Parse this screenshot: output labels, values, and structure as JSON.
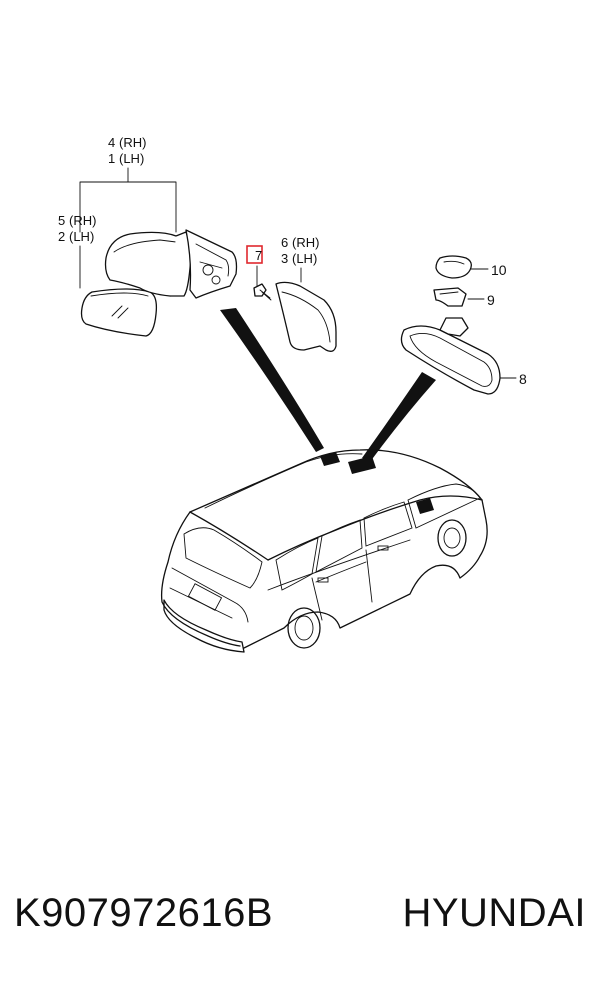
{
  "callouts": {
    "c4": "4",
    "c4_side": "(RH)",
    "c1": "1",
    "c1_side": "(LH)",
    "c5": "5",
    "c5_side": "(RH)",
    "c2": "2",
    "c2_side": "(LH)",
    "c6": "6",
    "c6_side": "(RH)",
    "c3": "3",
    "c3_side": "(LH)",
    "c7": "7",
    "c8": "8",
    "c9": "9",
    "c10": "10"
  },
  "highlight_color": "#e0282e",
  "footer": {
    "part_number": "K907972616B",
    "brand": "HYUNDAI"
  }
}
